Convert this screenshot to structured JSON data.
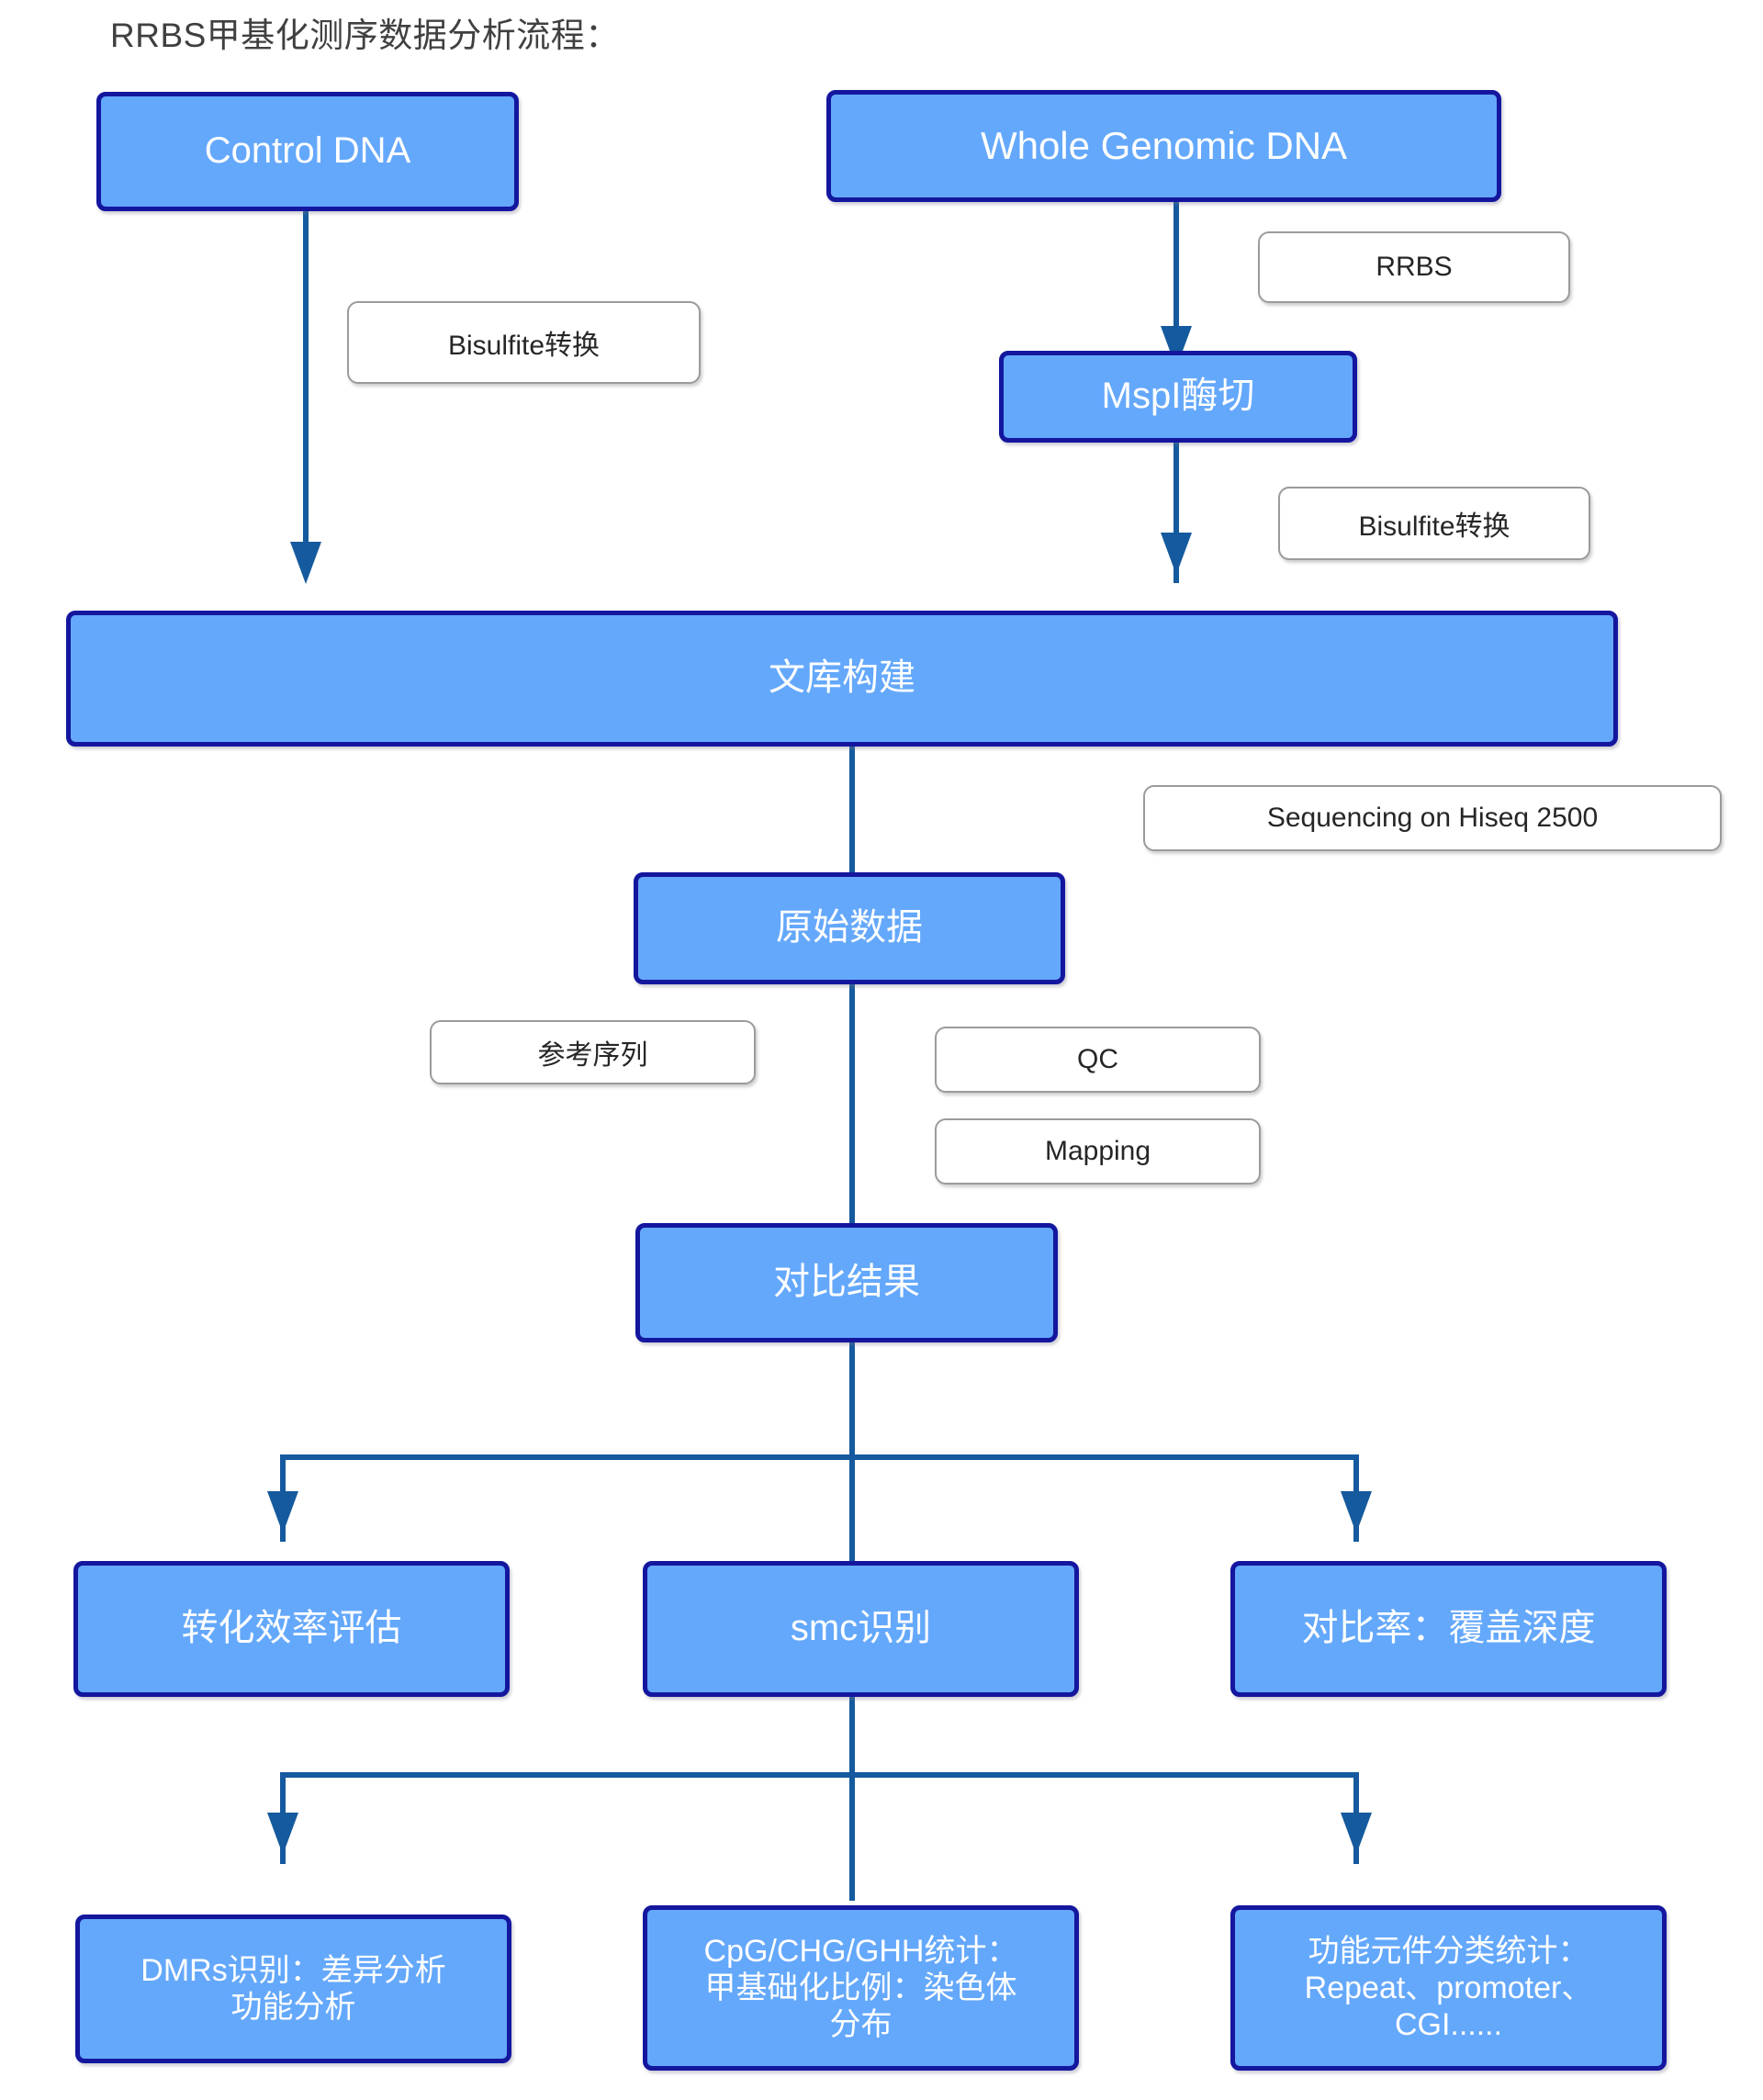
{
  "title": "RRBS甲基化测序数据分析流程：",
  "nodes": {
    "control_dna": "Control DNA",
    "whole_genomic_dna": "Whole Genomic DNA",
    "mspi_digest": "MspI酶切",
    "library_construction": "文库构建",
    "raw_data": "原始数据",
    "alignment_result": "对比结果",
    "conversion_efficiency": "转化效率评估",
    "smc_identification": "smc识别",
    "mapping_rate_depth": "对比率：覆盖深度",
    "dmrs": "DMRs识别：差异分析\n功能分析",
    "dmrs_line1": "DMRs识别：差异分析",
    "dmrs_line2": "功能分析",
    "cpg_stats_line1": "CpG/CHG/GHH统计：",
    "cpg_stats_line2": "甲基础化比例：染色体",
    "cpg_stats_line3": "分布",
    "functional_elements_line1": "功能元件分类统计：",
    "functional_elements_line2": "Repeat、promoter、",
    "functional_elements_line3": "CGI......"
  },
  "labels": {
    "bisulfite_left": "Bisulfite转换",
    "rrbs": "RRBS",
    "bisulfite_right": "Bisulfite转换",
    "sequencing": "Sequencing on Hiseq 2500",
    "reference_sequence": "参考序列",
    "qc": "QC",
    "mapping": "Mapping"
  },
  "colors": {
    "node_fill": "#64a8fb",
    "node_border": "#14179e",
    "node_text": "#ffffff",
    "connector": "#155a9e",
    "label_border": "#9b9b9b",
    "label_text": "#262626",
    "title_text": "#404040",
    "background": "#ffffff"
  }
}
